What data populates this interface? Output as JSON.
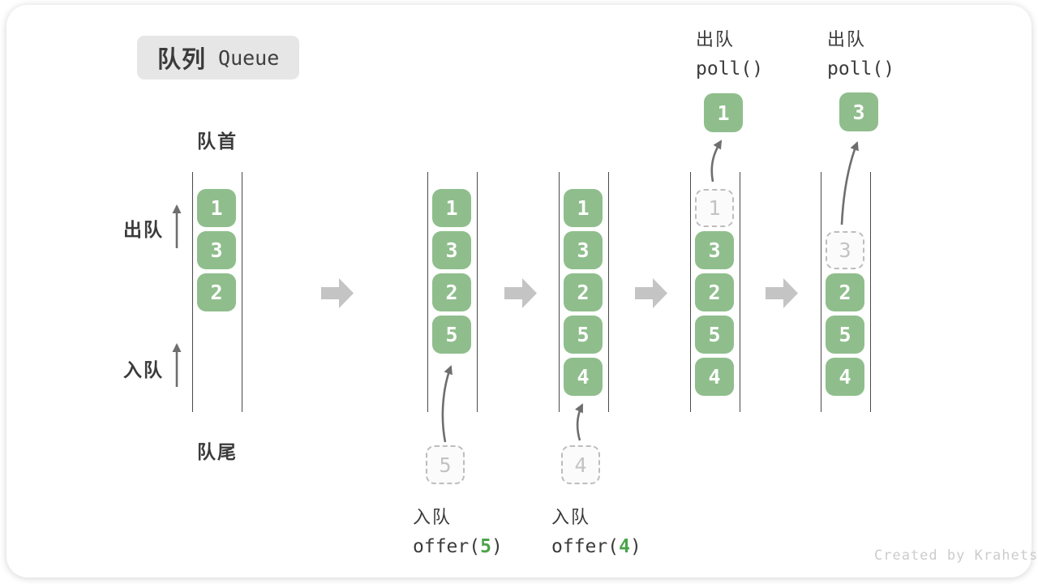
{
  "title": {
    "zh": "队列",
    "en": "Queue"
  },
  "side_labels": {
    "front": "队首",
    "rear": "队尾",
    "dequeue": "出队",
    "enqueue": "入队"
  },
  "queues": [
    {
      "slots": [
        "1",
        "3",
        "2"
      ]
    },
    {
      "slots": [
        "1",
        "3",
        "2",
        "5"
      ],
      "ghost": "5"
    },
    {
      "slots": [
        "1",
        "3",
        "2",
        "5",
        "4"
      ],
      "ghost": "4"
    },
    {
      "ghost": "1",
      "slots": [
        "3",
        "2",
        "5",
        "4"
      ],
      "polled": "1"
    },
    {
      "ghost": "3",
      "slots": [
        "2",
        "5",
        "4"
      ],
      "polled": "3"
    }
  ],
  "operations": {
    "offer_5": {
      "label": "入队",
      "fn_open": "offer(",
      "arg": "5",
      "fn_close": ")"
    },
    "offer_4": {
      "label": "入队",
      "fn_open": "offer(",
      "arg": "4",
      "fn_close": ")"
    },
    "poll_1": {
      "label": "出队",
      "code": "poll()"
    },
    "poll_3": {
      "label": "出队",
      "code": "poll()"
    }
  },
  "footer": {
    "credit": "Created by Krahets"
  },
  "colors": {
    "cell_green": "#8fbe8c",
    "arg_green": "#4aa44a",
    "block_arrow_gray": "#c4c4c4",
    "thin_arrow_gray": "#6e6e6e",
    "channel_line": "#4a4a4a",
    "badge_bg": "#e6e6e6",
    "ghost_border": "#bdbdbd"
  }
}
